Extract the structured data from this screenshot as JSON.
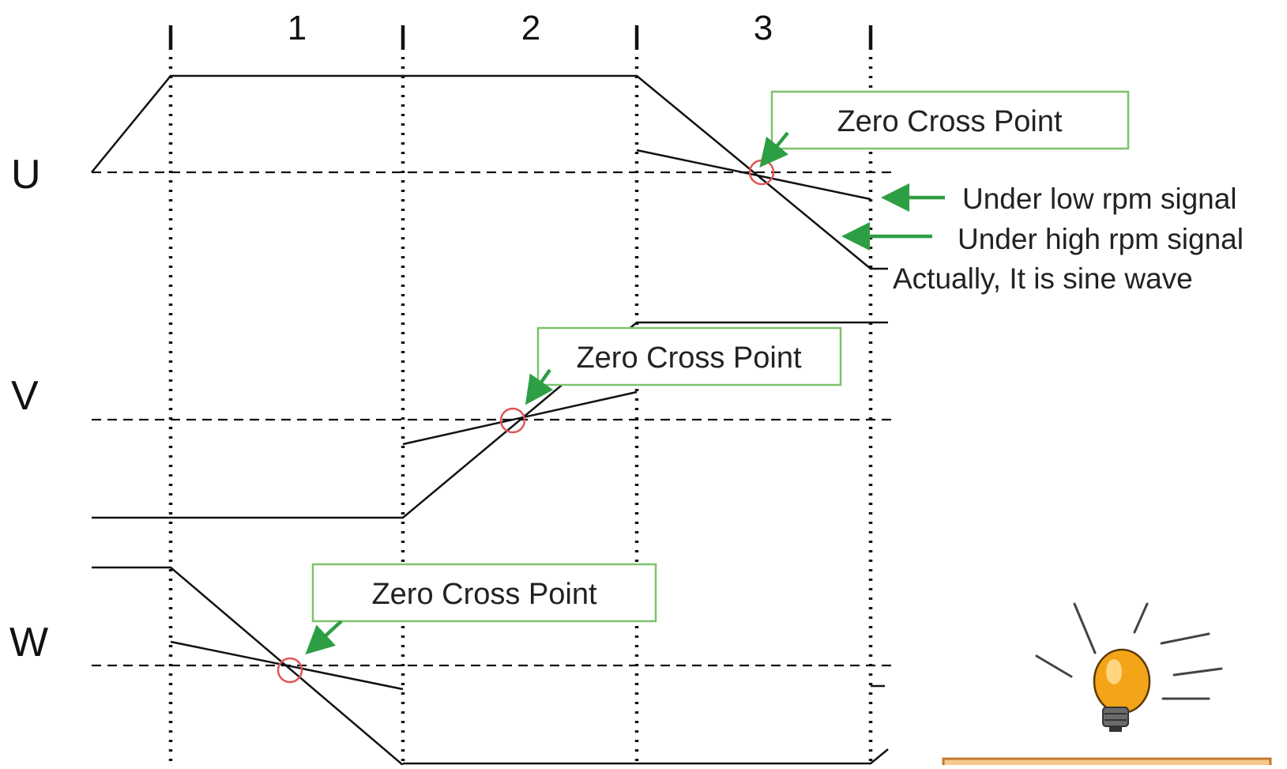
{
  "diagram": {
    "sections": [
      "1",
      "2",
      "3"
    ],
    "phases": [
      "U",
      "V",
      "W"
    ],
    "callouts": {
      "u_zero_cross": "Zero Cross Point",
      "v_zero_cross": "Zero Cross Point",
      "w_zero_cross": "Zero Cross Point"
    },
    "annotations": {
      "low_rpm": "Under low rpm signal",
      "high_rpm": "Under high rpm signal",
      "sine_note": "Actually, It is sine wave"
    }
  },
  "icons": [
    "lightbulb-icon"
  ],
  "colors": {
    "callout_border": "#7dc26a",
    "arrow": "#2e9e44",
    "zero_cross_circle": "#e05555",
    "bulb": "#f3a418",
    "caption_box_fill": "#f7c98f",
    "caption_box_border": "#c07a2b"
  }
}
